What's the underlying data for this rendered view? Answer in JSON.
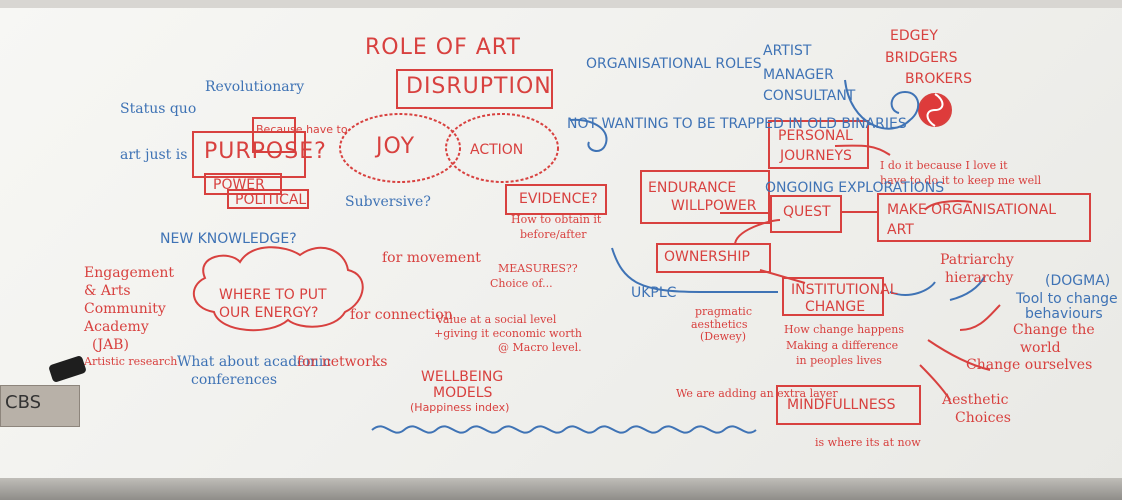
{
  "board": {
    "role_of": "ROLE OF ART",
    "disruption": "DISRUPTION",
    "revolutionary": "Revolutionary",
    "status_quo": "Status quo",
    "art_just_is": "art just is",
    "purpose": "PURPOSE?",
    "because": "Because have to",
    "power": "POWER",
    "political": "POLITICAL",
    "subversive": "Subversive?",
    "new_knowledge": "NEW KNOWLEDGE?",
    "joy": "JOY",
    "action": "ACTION",
    "not_wanting": "NOT WANTING TO BE TRAPPED IN OLD BINARIES",
    "organisational_roles": "ORGANISATIONAL ROLES",
    "artist": "ARTIST",
    "manager": "MANAGER",
    "consultant": "CONSULTANT",
    "edgey": "EDGEY",
    "bridgers": "BRIDGERS",
    "brokers": "BROKERS",
    "personal": "PERSONAL",
    "journeys": "JOURNEYS",
    "love_line_1": "I do it because I love it",
    "love_line_2": "have to do it to keep me well",
    "ongoing_explorations": "ONGOING EXPLORATIONS",
    "quest": "QUEST",
    "make_org": "MAKE ORGANISATIONAL",
    "art": "ART",
    "evidence": "EVIDENCE?",
    "obtain_line_1": "How to obtain it",
    "obtain_line_2": "before/after",
    "endurance": "ENDURANCE",
    "willpower": "WILLPOWER",
    "ownership": "OWNERSHIP",
    "measures": "MEASURES??",
    "choice": "Choice of...",
    "ukplc": "UKPLC",
    "value_line_1": "Value at a social level",
    "value_line_2": "+giving it economic worth",
    "value_line_3": "@ Macro level.",
    "engagement": "Engagement",
    "arts": "& Arts",
    "community": "Community",
    "academy": "Academy",
    "jab": "(JAB)",
    "artistic_research": "Artistic research",
    "where_to_put": "WHERE TO PUT",
    "our_energy": "OUR ENERGY?",
    "for_movement": "for movement",
    "for_connection": "for connection",
    "what_about": "What about academic",
    "for_networks": "for networks",
    "conferences": "conferences",
    "wellbeing": "WELLBEING",
    "models": "MODELS",
    "happiness_index": "(Happiness index)",
    "institutional": "INSTITUTIONAL",
    "change": "CHANGE",
    "pragmatic": "pragmatic",
    "aesthetics": "aesthetics",
    "dewey": "(Dewey)",
    "how_change": "How change happens",
    "making_difference": "Making a difference",
    "peoples_lives": "in peoples lives",
    "adding": "We are adding an extra layer",
    "mindfulness": "MINDFULLNESS",
    "where_its_at": "is where its at now",
    "patriarchy": "Patriarchy",
    "hierarchy": "hierarchy",
    "dogma": "(DOGMA)",
    "tool_to_change": "Tool to change",
    "behaviours": "behaviours",
    "change_world": "Change the",
    "world": "world",
    "change_ourselves": "Change ourselves",
    "aesthetic": "Aesthetic",
    "choices": "Choices",
    "cbs": "CBS"
  }
}
